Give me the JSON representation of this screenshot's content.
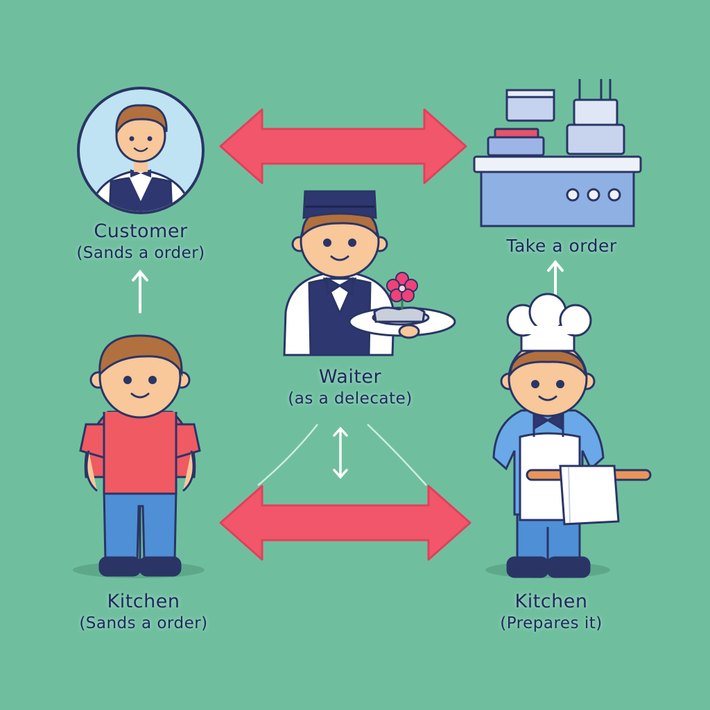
{
  "colors": {
    "background": "#6fbf9f",
    "arrow_red": "#f2566b",
    "outline": "#2a3566",
    "skin": "#f8c79a",
    "hair": "#b2703f",
    "shirt_red": "#f05a63",
    "pants_blue": "#4f8fd6",
    "vest_navy": "#2f3770",
    "counter_blue": "#8fb0e3",
    "flower_pink": "#f0417a"
  },
  "labels": {
    "customer": {
      "title": "Customer",
      "subtitle": "(Sands a order)"
    },
    "take_order": {
      "title": "Take a order"
    },
    "waiter": {
      "title": "Waiter",
      "subtitle": "(as a delecate)"
    },
    "kitchen_left": {
      "title": "Kitchen",
      "subtitle": "(Sands a order)"
    },
    "kitchen_right": {
      "title": "Kitchen",
      "subtitle": "(Prepares it)"
    }
  },
  "icons": [
    "customer-avatar-icon",
    "kitchen-counter-icon",
    "waiter-icon",
    "person-icon",
    "chef-icon",
    "double-arrow-icon",
    "up-arrow-icon",
    "flower-icon"
  ]
}
